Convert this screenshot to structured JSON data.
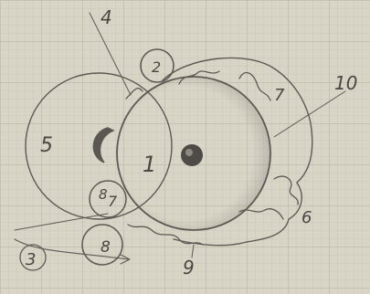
{
  "labels": {
    "l1": "1",
    "l2": "2",
    "l3": "3",
    "l4": "4",
    "l5": "5",
    "l6": "6",
    "l7a": "7",
    "l7b": "7",
    "l8a": "8",
    "l8b": "8",
    "l9": "9",
    "l10": "10"
  },
  "colors": {
    "paper": "#d9d5c6",
    "grid_minor": "#c7c4b5",
    "grid_major": "#b9b6a6",
    "pencil": "#5d5a55",
    "shade": "#8f8b84"
  }
}
